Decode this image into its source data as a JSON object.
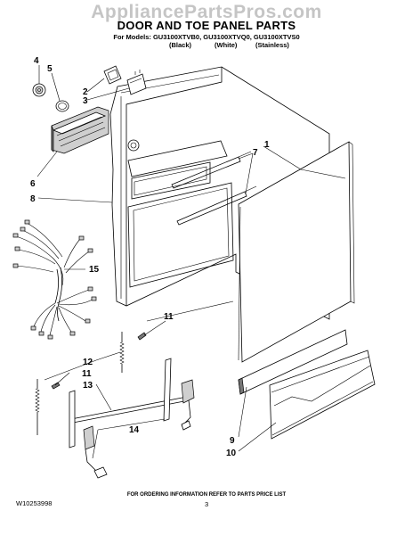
{
  "watermark": "AppliancePartsPros.com",
  "header": {
    "title": "DOOR AND TOE PANEL PARTS",
    "models": "For Models: GU3100XTVB0, GU3100XTVQ0, GU3100XTVS0",
    "variants": [
      "(Black)",
      "(White)",
      "(Stainless)"
    ]
  },
  "callouts": [
    "1",
    "2",
    "3",
    "4",
    "5",
    "6",
    "7",
    "8",
    "9",
    "10",
    "11",
    "11",
    "12",
    "13",
    "14",
    "15"
  ],
  "footer": {
    "note": "FOR ORDERING INFORMATION REFER TO PARTS PRICE LIST",
    "doc_number": "W10253998",
    "page_number": "3"
  }
}
